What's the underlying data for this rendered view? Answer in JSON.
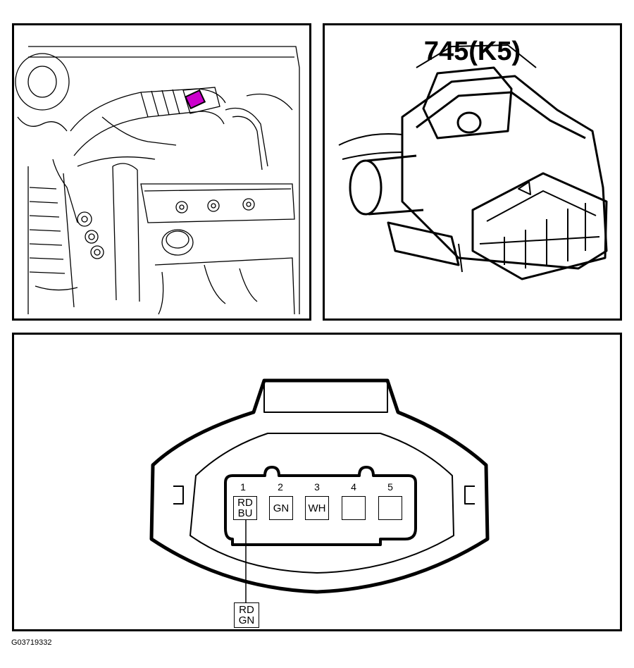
{
  "connector": {
    "title": "745(K5)"
  },
  "pins": [
    {
      "number": "1",
      "lines": [
        "RD",
        "BU"
      ]
    },
    {
      "number": "2",
      "lines": [
        "GN",
        ""
      ]
    },
    {
      "number": "3",
      "lines": [
        "WH",
        ""
      ]
    },
    {
      "number": "4",
      "lines": [
        "",
        ""
      ]
    },
    {
      "number": "5",
      "lines": [
        "",
        ""
      ]
    }
  ],
  "wire_tag": {
    "lines": [
      "RD",
      "GN"
    ]
  },
  "figure_id": "G03719332",
  "colors": {
    "line": "#000000",
    "highlight": "#cc00cc"
  },
  "icons": {
    "engine_view": "engine-bay-line-drawing",
    "connector_view": "connector-3d-drawing"
  }
}
